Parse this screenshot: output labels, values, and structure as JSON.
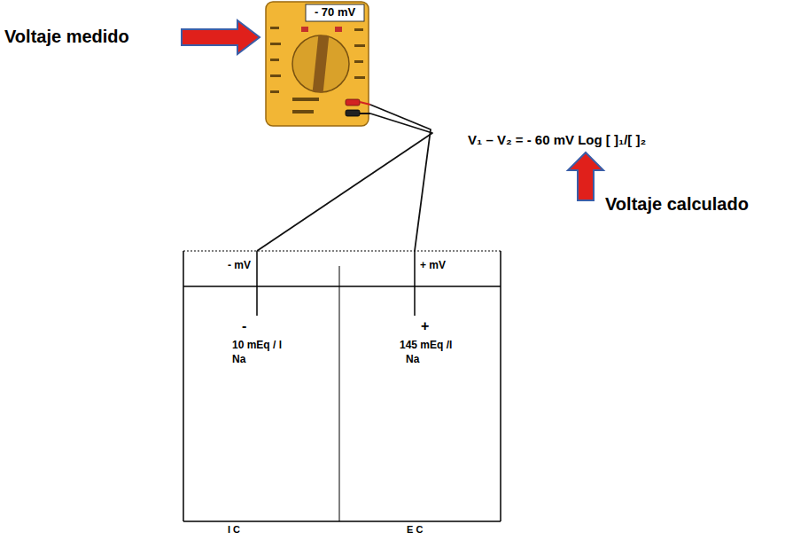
{
  "diagram": {
    "nodes": [
      {
        "text": [
          "- 70 mV"
        ]
      },
      {
        "text": [
          "- mV",
          "-",
          "10 mEq / l",
          "Na",
          "I C"
        ]
      },
      {
        "text": [
          "+ mV",
          "+",
          "145 mEq /l",
          "Na",
          "E C"
        ]
      }
    ],
    "edges": [
      {
        "from": 0,
        "to": 1,
        "arrow": "none"
      },
      {
        "from": 0,
        "to": 2,
        "arrow": "none"
      }
    ],
    "labels": [
      "Voltaje medido",
      "V₁ – V₂ = - 60 mV Log [ ]₁/[ ]₂",
      "Voltaje calculado"
    ]
  }
}
